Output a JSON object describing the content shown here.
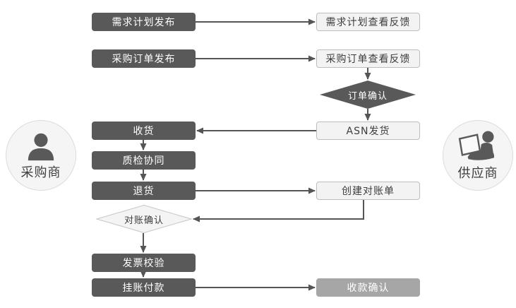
{
  "palette": {
    "dark_box": "#595959",
    "light_box_fill": "#f3f3f3",
    "light_box_border": "#bdbdbd",
    "gray_box": "#a6a6a6",
    "connector": "#555555",
    "circle_fill": "#f5f5f5",
    "circle_border": "#dcdcdc",
    "text_dark": "#3d3d3d",
    "text_light": "#ffffff"
  },
  "actors": {
    "buyer": {
      "label": "采购商",
      "icon": "person-icon"
    },
    "supplier": {
      "label": "供应商",
      "icon": "person-laptop-icon"
    }
  },
  "nodes": {
    "demand_plan_publish": "需求计划发布",
    "demand_plan_feedback": "需求计划查看反馈",
    "po_publish": "采购订单发布",
    "po_feedback": "采购订单查看反馈",
    "order_confirm": "订单确认",
    "receive_goods": "收货",
    "asn_ship": "ASN发货",
    "quality_check": "质检协同",
    "return_goods": "退货",
    "create_statement": "创建对账单",
    "statement_confirm": "对账确认",
    "invoice_verify": "发票校验",
    "book_payment": "挂账付款",
    "payment_confirm": "收款确认"
  }
}
